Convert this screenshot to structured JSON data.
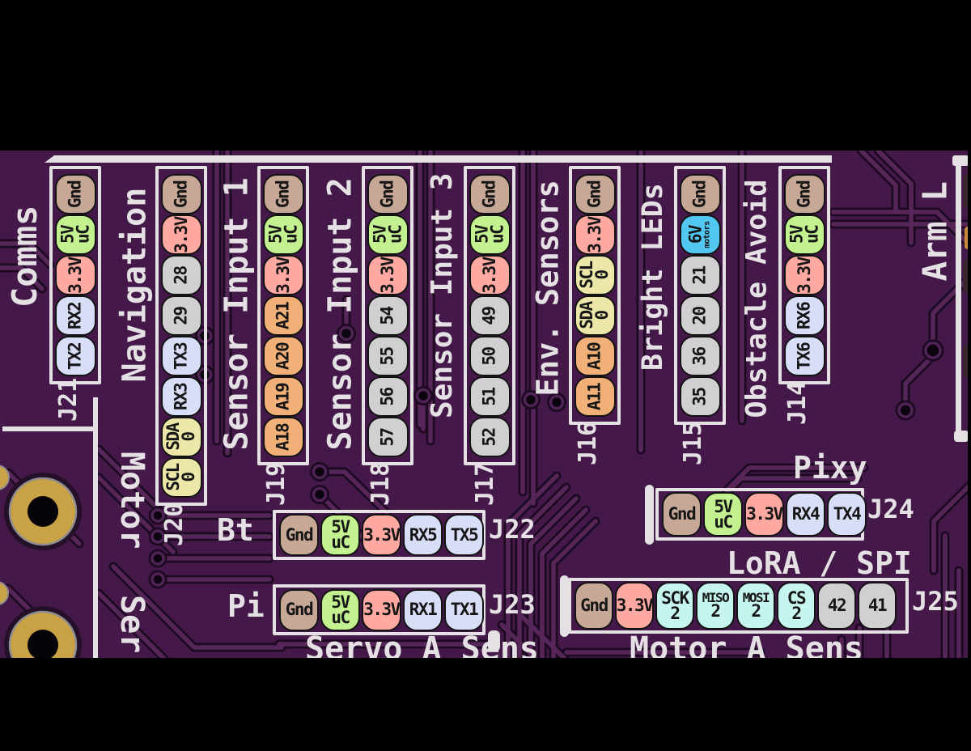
{
  "colors": {
    "board": "#44194a",
    "silkscreen": "#e4e0e4",
    "trace_light": "#572659",
    "trace_dark": "#1d0a22",
    "gold_pad": "#c9a245",
    "pin_types": {
      "gnd": "#c7a795",
      "power5v": "#c3f18f",
      "rail33": "#ffa9a2",
      "serial": "#d9def8",
      "digital": "#d2cfd2",
      "analog": "#f0b077",
      "i2c": "#ece7a9",
      "power6v": "#52c7f1",
      "spi": "#c5f5ee"
    }
  },
  "connectors": [
    {
      "id": "J21",
      "title": "Comms",
      "orientation": "vertical",
      "pins": [
        {
          "label": "Gnd",
          "type": "gnd"
        },
        {
          "label": "5V",
          "sub": "uC",
          "type": "power5v"
        },
        {
          "label": "3.3V",
          "type": "rail33"
        },
        {
          "label": "RX2",
          "type": "serial"
        },
        {
          "label": "TX2",
          "type": "serial"
        }
      ]
    },
    {
      "id": "J20",
      "title": "Navigation",
      "orientation": "vertical",
      "pins": [
        {
          "label": "Gnd",
          "type": "gnd"
        },
        {
          "label": "3.3V",
          "type": "rail33"
        },
        {
          "label": "28",
          "type": "digital"
        },
        {
          "label": "29",
          "type": "digital"
        },
        {
          "label": "TX3",
          "type": "serial"
        },
        {
          "label": "RX3",
          "type": "serial"
        },
        {
          "label": "SDA",
          "sub": "0",
          "type": "i2c"
        },
        {
          "label": "SCL",
          "sub": "0",
          "type": "i2c"
        }
      ]
    },
    {
      "id": "J19",
      "title": "Sensor Input 1",
      "orientation": "vertical",
      "pins": [
        {
          "label": "Gnd",
          "type": "gnd"
        },
        {
          "label": "5V",
          "sub": "uC",
          "type": "power5v"
        },
        {
          "label": "3.3V",
          "type": "rail33"
        },
        {
          "label": "A21",
          "type": "analog"
        },
        {
          "label": "A20",
          "type": "analog"
        },
        {
          "label": "A19",
          "type": "analog"
        },
        {
          "label": "A18",
          "type": "analog"
        }
      ]
    },
    {
      "id": "J18",
      "title": "Sensor Input 2",
      "orientation": "vertical",
      "pins": [
        {
          "label": "Gnd",
          "type": "gnd"
        },
        {
          "label": "5V",
          "sub": "uC",
          "type": "power5v"
        },
        {
          "label": "3.3V",
          "type": "rail33"
        },
        {
          "label": "54",
          "type": "digital"
        },
        {
          "label": "55",
          "type": "digital"
        },
        {
          "label": "56",
          "type": "digital"
        },
        {
          "label": "57",
          "type": "digital"
        }
      ]
    },
    {
      "id": "J17",
      "title": "Sensor Input 3",
      "orientation": "vertical",
      "pins": [
        {
          "label": "Gnd",
          "type": "gnd"
        },
        {
          "label": "5V",
          "sub": "uC",
          "type": "power5v"
        },
        {
          "label": "3.3V",
          "type": "rail33"
        },
        {
          "label": "49",
          "type": "digital"
        },
        {
          "label": "50",
          "type": "digital"
        },
        {
          "label": "51",
          "type": "digital"
        },
        {
          "label": "52",
          "type": "digital"
        }
      ]
    },
    {
      "id": "J16",
      "title": "Env. Sensors",
      "orientation": "vertical",
      "pins": [
        {
          "label": "Gnd",
          "type": "gnd"
        },
        {
          "label": "3.3V",
          "type": "rail33"
        },
        {
          "label": "SCL",
          "sub": "0",
          "type": "i2c"
        },
        {
          "label": "SDA",
          "sub": "0",
          "type": "i2c"
        },
        {
          "label": "A10",
          "type": "analog"
        },
        {
          "label": "A11",
          "type": "analog"
        }
      ]
    },
    {
      "id": "J15",
      "title": "Bright LEDs",
      "orientation": "vertical",
      "pins": [
        {
          "label": "Gnd",
          "type": "gnd"
        },
        {
          "label": "6V",
          "sub": "motors",
          "subsmall": true,
          "type": "power6v"
        },
        {
          "label": "21",
          "type": "digital"
        },
        {
          "label": "20",
          "type": "digital"
        },
        {
          "label": "36",
          "type": "digital"
        },
        {
          "label": "35",
          "type": "digital"
        }
      ]
    },
    {
      "id": "J14",
      "title": "Obstacle Avoid",
      "orientation": "vertical",
      "pins": [
        {
          "label": "Gnd",
          "type": "gnd"
        },
        {
          "label": "5V",
          "sub": "uC",
          "type": "power5v"
        },
        {
          "label": "3.3V",
          "type": "rail33"
        },
        {
          "label": "RX6",
          "type": "serial"
        },
        {
          "label": "TX6",
          "type": "serial"
        }
      ]
    },
    {
      "id": "J22",
      "title": "Bt",
      "orientation": "horizontal",
      "pins": [
        {
          "label": "Gnd",
          "type": "gnd"
        },
        {
          "label": "5V",
          "sub": "uC",
          "type": "power5v"
        },
        {
          "label": "3.3V",
          "type": "rail33"
        },
        {
          "label": "RX5",
          "type": "serial"
        },
        {
          "label": "TX5",
          "type": "serial"
        }
      ]
    },
    {
      "id": "J23",
      "title": "Pi",
      "orientation": "horizontal",
      "pins": [
        {
          "label": "Gnd",
          "type": "gnd"
        },
        {
          "label": "5V",
          "sub": "uC",
          "type": "power5v"
        },
        {
          "label": "3.3V",
          "type": "rail33"
        },
        {
          "label": "RX1",
          "type": "serial"
        },
        {
          "label": "TX1",
          "type": "serial"
        }
      ]
    },
    {
      "id": "J24",
      "title": "Pixy",
      "orientation": "horizontal",
      "pins": [
        {
          "label": "Gnd",
          "type": "gnd"
        },
        {
          "label": "5V",
          "sub": "uC",
          "type": "power5v"
        },
        {
          "label": "3.3V",
          "type": "rail33"
        },
        {
          "label": "RX4",
          "type": "serial"
        },
        {
          "label": "TX4",
          "type": "serial"
        }
      ]
    },
    {
      "id": "J25",
      "title": "LoRA / SPI",
      "orientation": "horizontal",
      "pins": [
        {
          "label": "Gnd",
          "type": "gnd"
        },
        {
          "label": "3.3V",
          "type": "rail33"
        },
        {
          "label": "SCK",
          "sub": "2",
          "type": "spi"
        },
        {
          "label": "MISO",
          "sub": "2",
          "small": true,
          "type": "spi"
        },
        {
          "label": "MOSI",
          "sub": "2",
          "small": true,
          "type": "spi"
        },
        {
          "label": "CS",
          "sub": "2",
          "type": "spi"
        },
        {
          "label": "42",
          "type": "digital"
        },
        {
          "label": "41",
          "type": "digital"
        }
      ]
    }
  ],
  "edge": {
    "arm": "Arm L",
    "motor": "Motor",
    "ser": "Ser",
    "servo_a_sens": "Servo A Sens",
    "motor_a_sens": "Motor A Sens"
  }
}
